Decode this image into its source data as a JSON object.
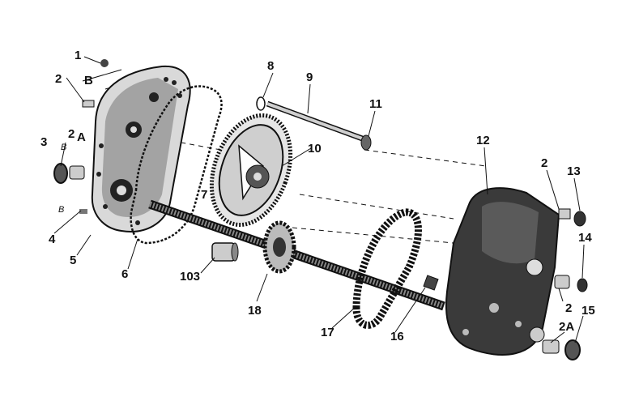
{
  "labels": [
    {
      "id": "1",
      "text": "1"
    },
    {
      "id": "2a",
      "text": "2"
    },
    {
      "id": "b1",
      "text": "B"
    },
    {
      "id": "2b",
      "text": "2"
    },
    {
      "id": "A1",
      "text": "A"
    },
    {
      "id": "3",
      "text": "3"
    },
    {
      "id": "b2",
      "text": "B"
    },
    {
      "id": "b3",
      "text": "B"
    },
    {
      "id": "4",
      "text": "4"
    },
    {
      "id": "5",
      "text": "5"
    },
    {
      "id": "6",
      "text": "6"
    },
    {
      "id": "7",
      "text": "7"
    },
    {
      "id": "8",
      "text": "8"
    },
    {
      "id": "9",
      "text": "9"
    },
    {
      "id": "10",
      "text": "10"
    },
    {
      "id": "11",
      "text": "11"
    },
    {
      "id": "12",
      "text": "12"
    },
    {
      "id": "2c",
      "text": "2"
    },
    {
      "id": "13",
      "text": "13"
    },
    {
      "id": "14",
      "text": "14"
    },
    {
      "id": "2d",
      "text": "2"
    },
    {
      "id": "2A",
      "text": "2A"
    },
    {
      "id": "15",
      "text": "15"
    },
    {
      "id": "103",
      "text": "103"
    },
    {
      "id": "18",
      "text": "18"
    },
    {
      "id": "17",
      "text": "17"
    },
    {
      "id": "16",
      "text": "16"
    }
  ]
}
